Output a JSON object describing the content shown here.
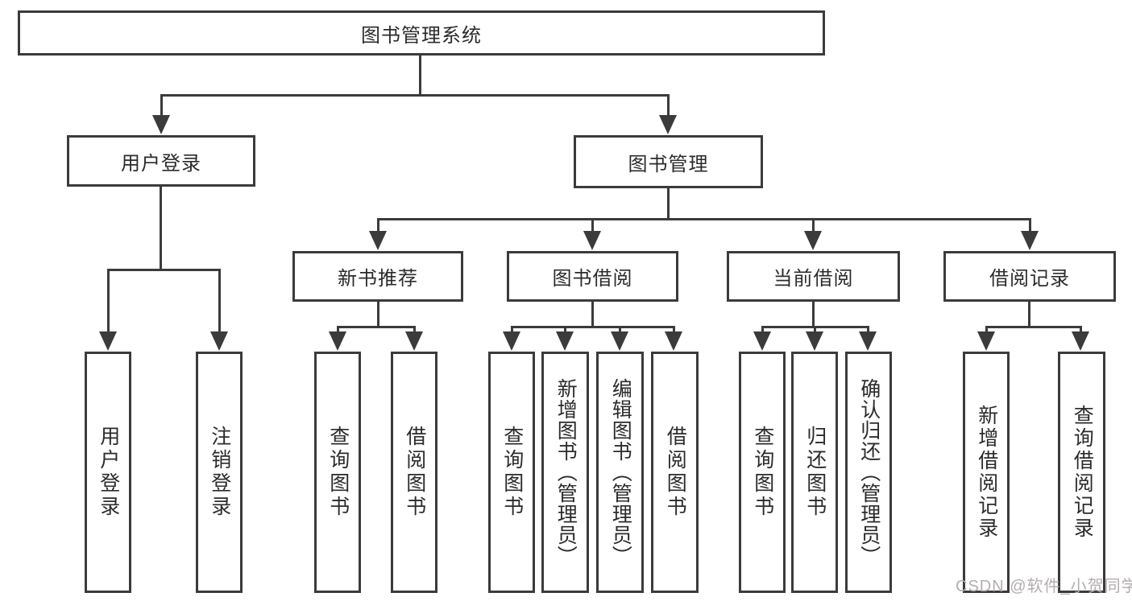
{
  "colors": {
    "line": "#3b3b3b",
    "text": "#2b2b2b",
    "watermark": "#b3aeae",
    "background": "#ffffff"
  },
  "watermark": {
    "text": "CSDN @软件_小贺同学"
  },
  "tree": {
    "root": {
      "label": "图书管理系统"
    },
    "level2": [
      {
        "id": "user-login",
        "label": "用户登录"
      },
      {
        "id": "book-management",
        "label": "图书管理"
      }
    ],
    "level3": [
      {
        "id": "new-book-recommend",
        "label": "新书推荐"
      },
      {
        "id": "book-borrow",
        "label": "图书借阅"
      },
      {
        "id": "current-borrow",
        "label": "当前借阅"
      },
      {
        "id": "borrow-records",
        "label": "借阅记录"
      }
    ],
    "leaves": [
      {
        "id": "user-login-leaf",
        "label": "用户登录"
      },
      {
        "id": "logout-leaf",
        "label": "注销登录"
      },
      {
        "id": "query-books-recommend",
        "label": "查询图书"
      },
      {
        "id": "borrow-books-recommend",
        "label": "借阅图书"
      },
      {
        "id": "query-books-borrow",
        "label": "查询图书"
      },
      {
        "id": "add-book-admin",
        "label": "新增图书（管理员）"
      },
      {
        "id": "edit-book-admin",
        "label": "编辑图书（管理员）"
      },
      {
        "id": "borrow-books-borrow",
        "label": "借阅图书"
      },
      {
        "id": "query-books-current",
        "label": "查询图书"
      },
      {
        "id": "return-books",
        "label": "归还图书"
      },
      {
        "id": "confirm-return-admin",
        "label": "确认归还（管理员）"
      },
      {
        "id": "add-borrow-record",
        "label": "新增借阅记录"
      },
      {
        "id": "query-borrow-record",
        "label": "查询借阅记录"
      }
    ]
  }
}
